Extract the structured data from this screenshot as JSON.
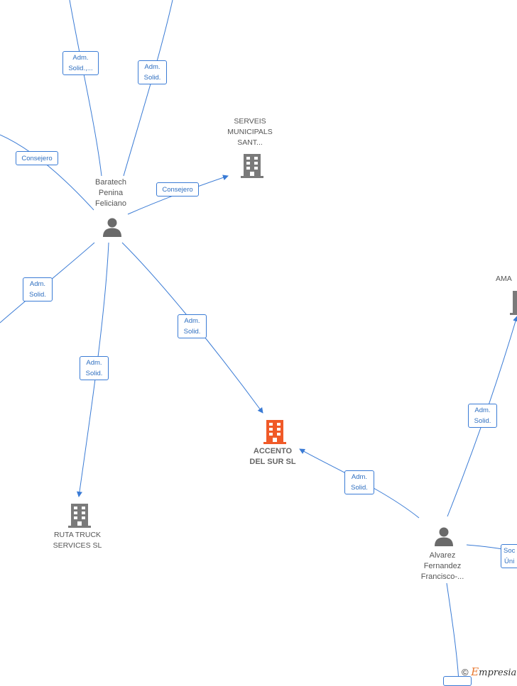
{
  "colors": {
    "edge": "#3a7bd5",
    "company": "#7a7a7a",
    "focus_company": "#f05a28",
    "person": "#6a6a6a"
  },
  "nodes": {
    "baratech": {
      "label": "Baratech\nPenina\nFeliciano",
      "icon": "person-icon"
    },
    "serveis": {
      "label": "SERVEIS\nMUNICIPALS\nSANT...",
      "icon": "building-icon"
    },
    "accento": {
      "label": "ACCENTO\nDEL SUR  SL",
      "icon": "building-icon"
    },
    "ruta": {
      "label": "RUTA TRUCK\nSERVICES  SL",
      "icon": "building-icon"
    },
    "alvarez": {
      "label": "Alvarez\nFernandez\nFrancisco-...",
      "icon": "person-icon"
    },
    "ama": {
      "label": "AMA",
      "icon": "building-icon"
    }
  },
  "edge_labels": {
    "adm_solid_dots": "Adm.\nSolid.,...",
    "adm_solid_top": "Adm.\nSolid.",
    "consejero_left": "Consejero",
    "consejero_serveis": "Consejero",
    "adm_solid_left": "Adm.\nSolid.",
    "adm_solid_accento": "Adm.\nSolid.",
    "adm_solid_ruta": "Adm.\nSolid.",
    "adm_solid_alvarez_accento": "Adm.\nSolid.",
    "adm_solid_ama": "Adm.\nSolid.",
    "soc_unico": "Soc\nÚni"
  },
  "watermark": {
    "copyright": "©",
    "brand_initial": "E",
    "brand_rest": "mpresia"
  }
}
